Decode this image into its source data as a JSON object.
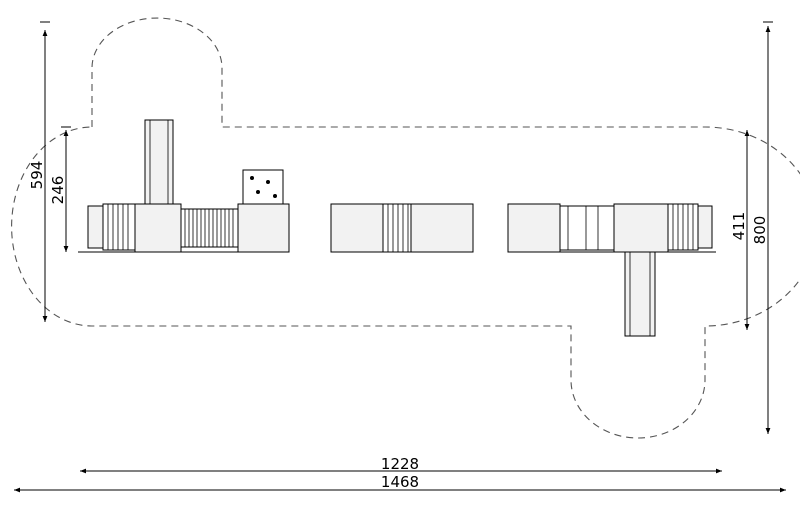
{
  "dimensions": {
    "overall_width": "1468",
    "structure_width": "1228",
    "overall_depth": "800",
    "zone_depth_right": "411",
    "zone_depth_left": "594",
    "structure_depth_left": "246"
  }
}
